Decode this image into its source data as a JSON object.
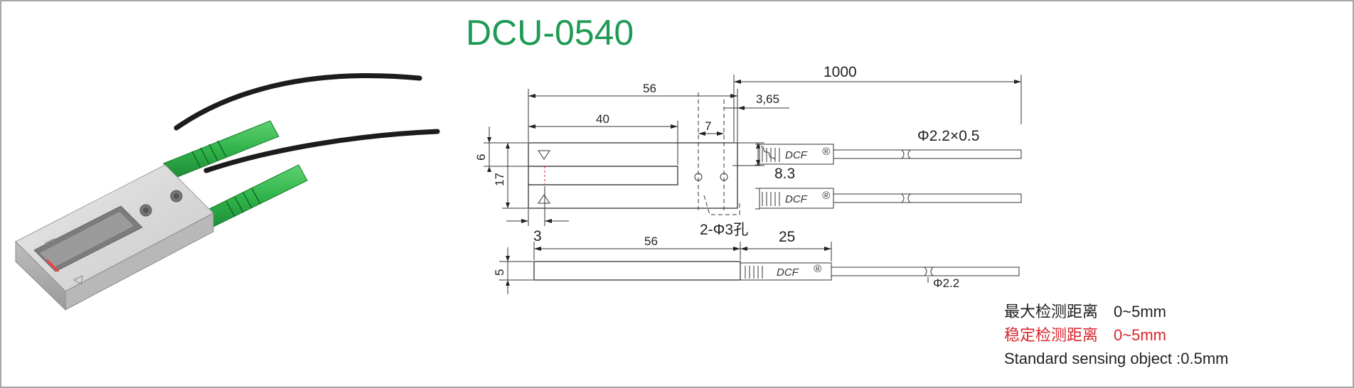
{
  "title": "DCU-0540",
  "colors": {
    "title": "#1f9a55",
    "accent_red": "#d9262c",
    "text": "#222222",
    "cable_green": "#2fb34a",
    "body_gray": "#d6d6d6"
  },
  "icons": {
    "arrow_top": "triangle-down-icon",
    "arrow_bottom": "triangle-up-icon"
  },
  "drawing": {
    "dim_total_length": "56",
    "dim_slot_length": "40",
    "dim_hole_offset": "7",
    "dim_hole_gap": "3,65",
    "dim_cable_length": "1000",
    "dim_cable_spec": "Φ2.2×0.5",
    "dim_hole_spacing": "8.3",
    "dim_top_height": "6",
    "dim_total_height": "17",
    "dim_slot_inset": "3",
    "dim_holes": "2-Φ3孔",
    "logo_text": "DCF",
    "logo_mark": "®",
    "side_length": "56",
    "side_sleeve": "25",
    "side_thickness": "5",
    "side_cable_dia": "Φ2.2"
  },
  "specs": {
    "line1": "最大检测距离　0~5mm",
    "line2": "稳定检测距离　0~5mm",
    "line3": "Standard sensing object :0.5mm"
  }
}
